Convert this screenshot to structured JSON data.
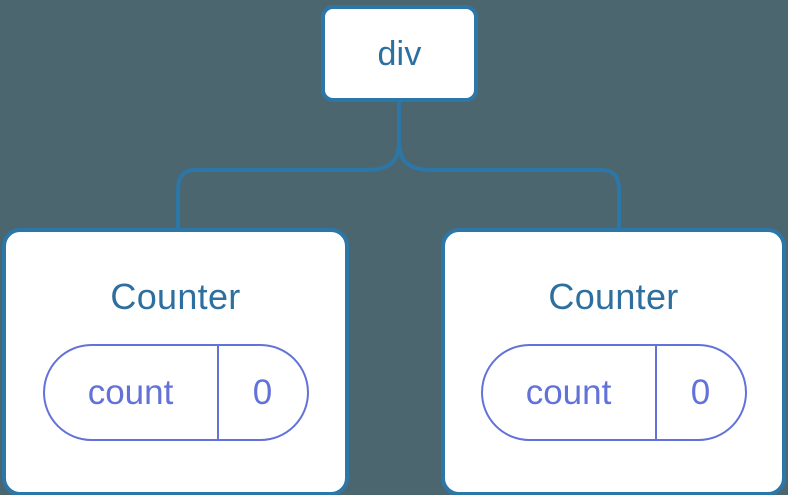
{
  "diagram": {
    "type": "component-tree",
    "background_color": "#4c6670",
    "node_border_color": "#2d76a8",
    "node_fill_color": "#ffffff",
    "label_color": "#2d6f9e",
    "state_color": "#6272d8",
    "connector_color": "#2d76a8"
  },
  "root": {
    "label": "div"
  },
  "children": [
    {
      "title": "Counter",
      "state": {
        "key": "count",
        "value": "0"
      }
    },
    {
      "title": "Counter",
      "state": {
        "key": "count",
        "value": "0"
      }
    }
  ]
}
